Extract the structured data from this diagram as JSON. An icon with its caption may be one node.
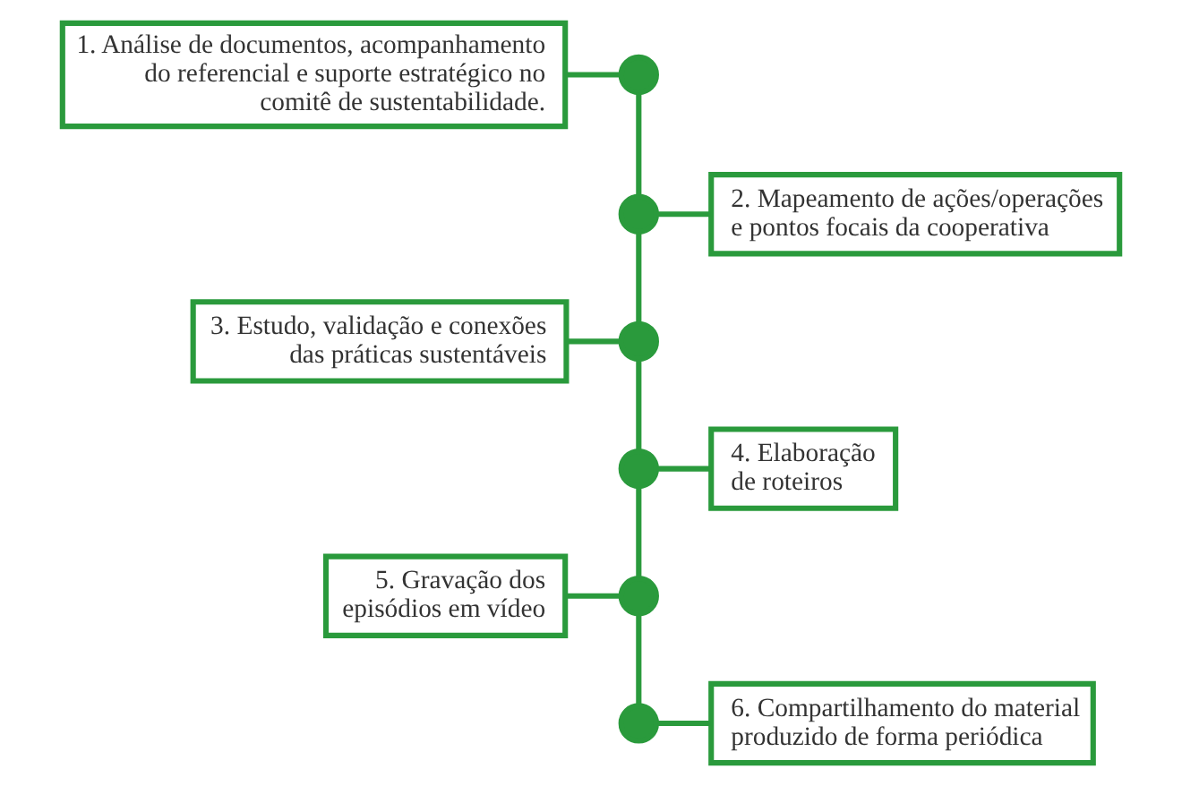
{
  "diagram": {
    "nodes": [
      {
        "text": [
          "1. Análise de documentos, acompanhamento do referencial e suporte estratégico no comitê de sustentabilidade."
        ]
      },
      {
        "text": [],
        "shape": "circle"
      },
      {
        "text": [
          "2. Mapeamento de ações/operações e pontos focais da cooperativa"
        ]
      },
      {
        "text": [],
        "shape": "circle"
      },
      {
        "text": [
          "3. Estudo, validação e conexões das práticas sustentáveis"
        ]
      },
      {
        "text": [],
        "shape": "circle"
      },
      {
        "text": [
          "4. Elaboração de roteiros"
        ]
      },
      {
        "text": [],
        "shape": "circle"
      },
      {
        "text": [
          "5. Gravação dos episódios em vídeo"
        ]
      },
      {
        "text": [],
        "shape": "circle"
      },
      {
        "text": [
          "6. Compartilhamento do material produzido de forma periódica"
        ]
      },
      {
        "text": [],
        "shape": "circle"
      }
    ],
    "edges": [
      {
        "from": 0,
        "to": 1,
        "arrow": "none"
      },
      {
        "from": 1,
        "to": 3,
        "arrow": "none"
      },
      {
        "from": 3,
        "to": 2,
        "arrow": "none"
      },
      {
        "from": 3,
        "to": 5,
        "arrow": "none"
      },
      {
        "from": 4,
        "to": 5,
        "arrow": "none"
      },
      {
        "from": 5,
        "to": 7,
        "arrow": "none"
      },
      {
        "from": 7,
        "to": 6,
        "arrow": "none"
      },
      {
        "from": 7,
        "to": 9,
        "arrow": "none"
      },
      {
        "from": 8,
        "to": 9,
        "arrow": "none"
      },
      {
        "from": 9,
        "to": 11,
        "arrow": "none"
      },
      {
        "from": 11,
        "to": 10,
        "arrow": "none"
      }
    ]
  }
}
